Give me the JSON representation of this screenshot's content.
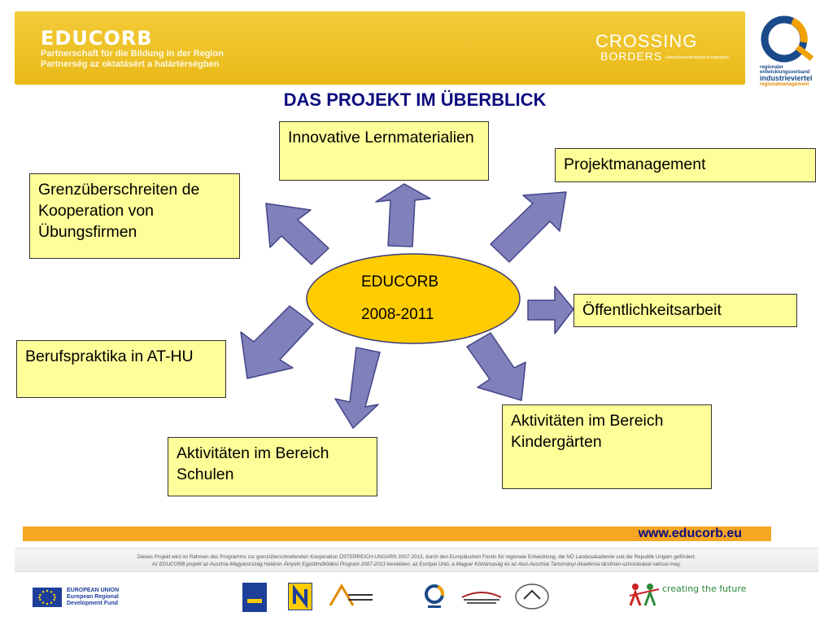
{
  "header": {
    "brand_name": "EDUCORB",
    "brand_tagline_1": "Partnerschaft für die Bildung in der Region",
    "brand_tagline_2": "Partnerség az oktatásért a határtérségben",
    "crossing_1": "CROSSING",
    "crossing_2": "BORDERS",
    "crossing_small": "Grenzüberschreitende Kooperation",
    "right_logo_line1": "regionaler",
    "right_logo_line2": "entwicklungsverband",
    "right_logo_line3": "industrieviertel",
    "right_logo_line4": "regionalmanagement"
  },
  "title": "DAS PROJEKT IM ÜBERBLICK",
  "center": {
    "line1": "EDUCORB",
    "line2": "2008-2011"
  },
  "boxes": {
    "innovative": "Innovative Lernmaterialien",
    "projekt": "Projektmanagement",
    "grenz": "Grenzüberschreiten de Kooperation von Übungsfirmen",
    "oeff": "Öffentlichkeitsarbeit",
    "beruf": "Berufspraktika in AT-HU",
    "kinder": "Aktivitäten im Bereich Kindergärten",
    "schulen": "Aktivitäten im Bereich Schulen"
  },
  "footer": {
    "url": "www.educorb.eu",
    "note_1": "Dieses Projekt wird im Rahmen des Programms zur grenzüberschreitenden Kooperation ÖSTERREICH-UNGARN 2007-2013, durch den Europäischen Fonds für regionale Entwicklung, die NÖ Landesakademie und die Republik Ungarn gefördert.",
    "note_2": "Az EDUCORB projekt az Ausztria-Magyarország Határon Átnyúló Együttműködési Program 2007-2013 keretében, az Európai Unió, a Magyar Köztársaság és az Alsó-Ausztriai Tartományi Akadémia társfinan-szírozásával valósul meg.",
    "eu_1": "EUROPEAN UNION",
    "eu_2": "European Regional",
    "eu_3": "Development Fund",
    "creating": "creating the future"
  },
  "colors": {
    "banner": "#f0c22a",
    "box_fill": "#ffff99",
    "ellipse": "#ffcc00",
    "arrow": "#8080bb",
    "title": "#0d0d80",
    "url_bar": "#f5a623"
  }
}
